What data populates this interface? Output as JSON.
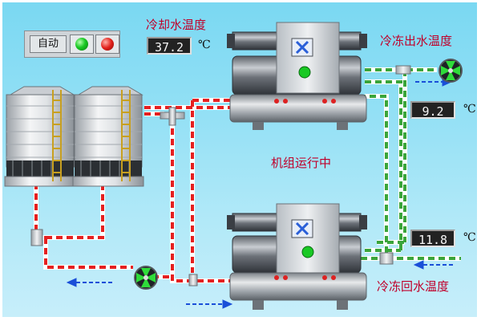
{
  "controls": {
    "mode_label": "自动",
    "start_lamp_color": "#19c924",
    "stop_lamp_color": "#e2201a"
  },
  "labels": {
    "cooling_water_temp": "冷却水温度",
    "chilled_supply_temp": "冷冻出水温度",
    "chilled_return_temp": "冷冻回水温度",
    "unit_status": "机组运行中"
  },
  "readouts": {
    "cooling_water_temp": "37.2",
    "chilled_supply_temp": "9.2",
    "chilled_return_temp": "11.8",
    "unit": "℃"
  },
  "colors": {
    "hot_pipe": "#e42020",
    "cold_pipe": "#3aa53a",
    "flow_arrow": "#1a4fd8",
    "label_text": "#c0002a",
    "panel_bg": "#93e0f5"
  }
}
